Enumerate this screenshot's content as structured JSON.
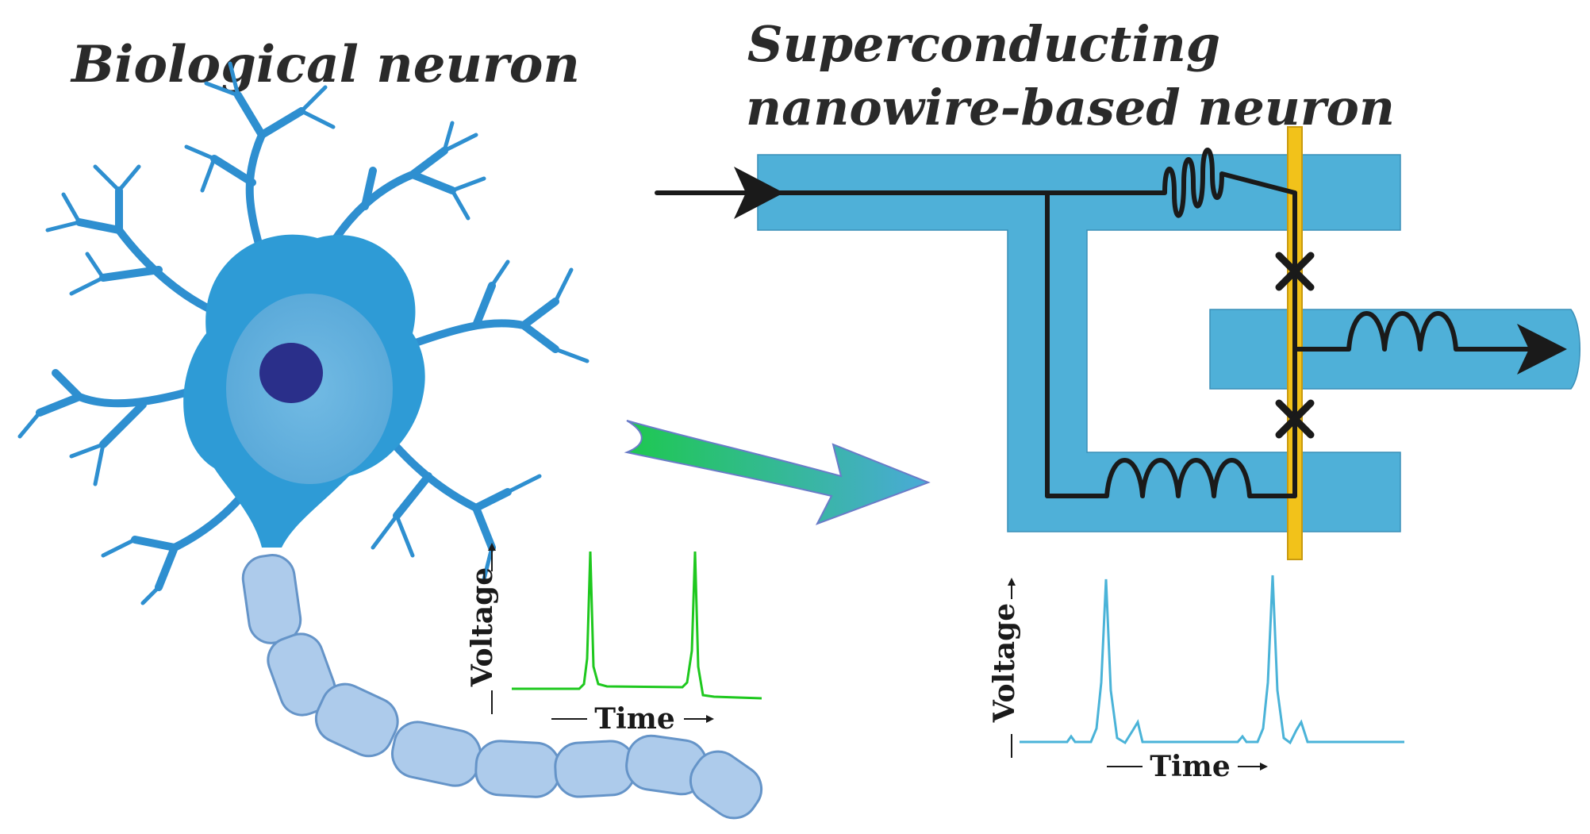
{
  "titles": {
    "biological": "Biological neuron",
    "superconducting_line1": "Superconducting",
    "superconducting_line2": "nanowire-based neuron"
  },
  "plots": {
    "biological": {
      "xlabel": "Time",
      "ylabel": "Voltage"
    },
    "superconducting": {
      "xlabel": "Time",
      "ylabel": "Voltage"
    }
  },
  "colors": {
    "neuron_body": "#2e9bd6",
    "nucleus": "#2a2f8a",
    "circuit_fill": "#4fb0d8",
    "yellow_bar": "#f2c21a",
    "bio_trace": "#1ec81e",
    "sc_trace": "#4ab3d8",
    "arrow_gradient_start": "#1ec850",
    "arrow_gradient_end": "#4aaad8"
  }
}
